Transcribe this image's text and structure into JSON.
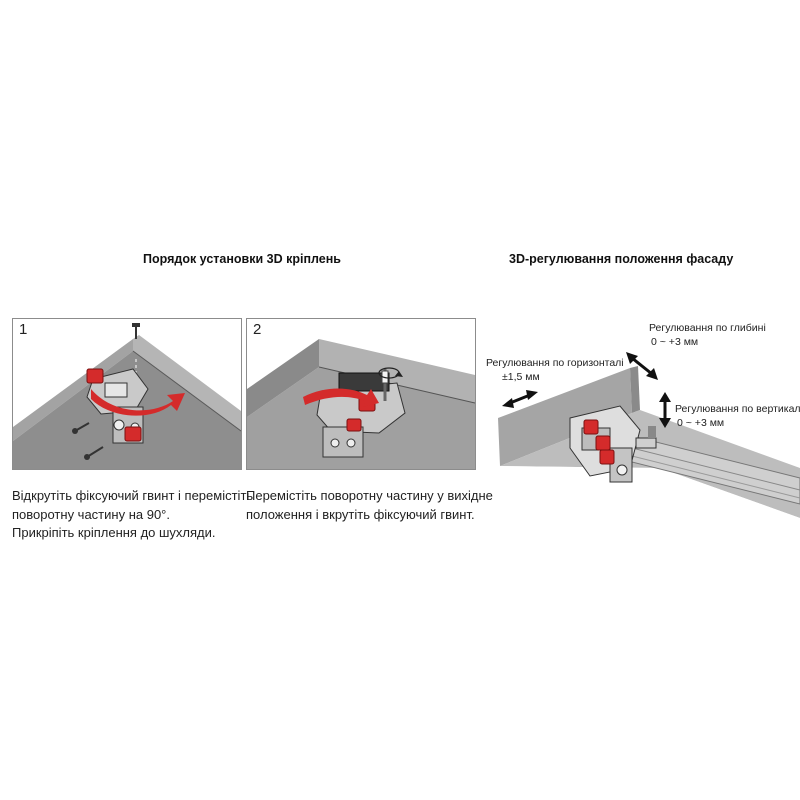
{
  "headings": {
    "installation": "Порядок установки 3D кріплень",
    "adjustment": "3D-регулювання положення фасаду"
  },
  "steps": [
    {
      "number": "1",
      "caption_lines": [
        "Відкрутіть фіксуючий гвинт і перемістіть",
        "поворотну частину на 90°.",
        "Прикріпіть кріплення до шухляди."
      ]
    },
    {
      "number": "2",
      "caption_lines": [
        "Перемістіть поворотну частину у вихідне",
        "положення і вкрутіть фіксуючий гвинт."
      ]
    }
  ],
  "adjustments": {
    "depth": {
      "label": "Регулювання по глибині",
      "value": "0 ~ +3 мм"
    },
    "horizontal": {
      "label": "Регулювання по горизонталі",
      "value": "±1,5 мм"
    },
    "vertical": {
      "label": "Регулювання по вертикалі",
      "value": "0 ~ +3 мм"
    }
  },
  "colors": {
    "panel_gray": "#9a9a9a",
    "panel_dark": "#6f6f6f",
    "accent_red": "#d42b2b",
    "mechanism": "#c8c8c8"
  }
}
